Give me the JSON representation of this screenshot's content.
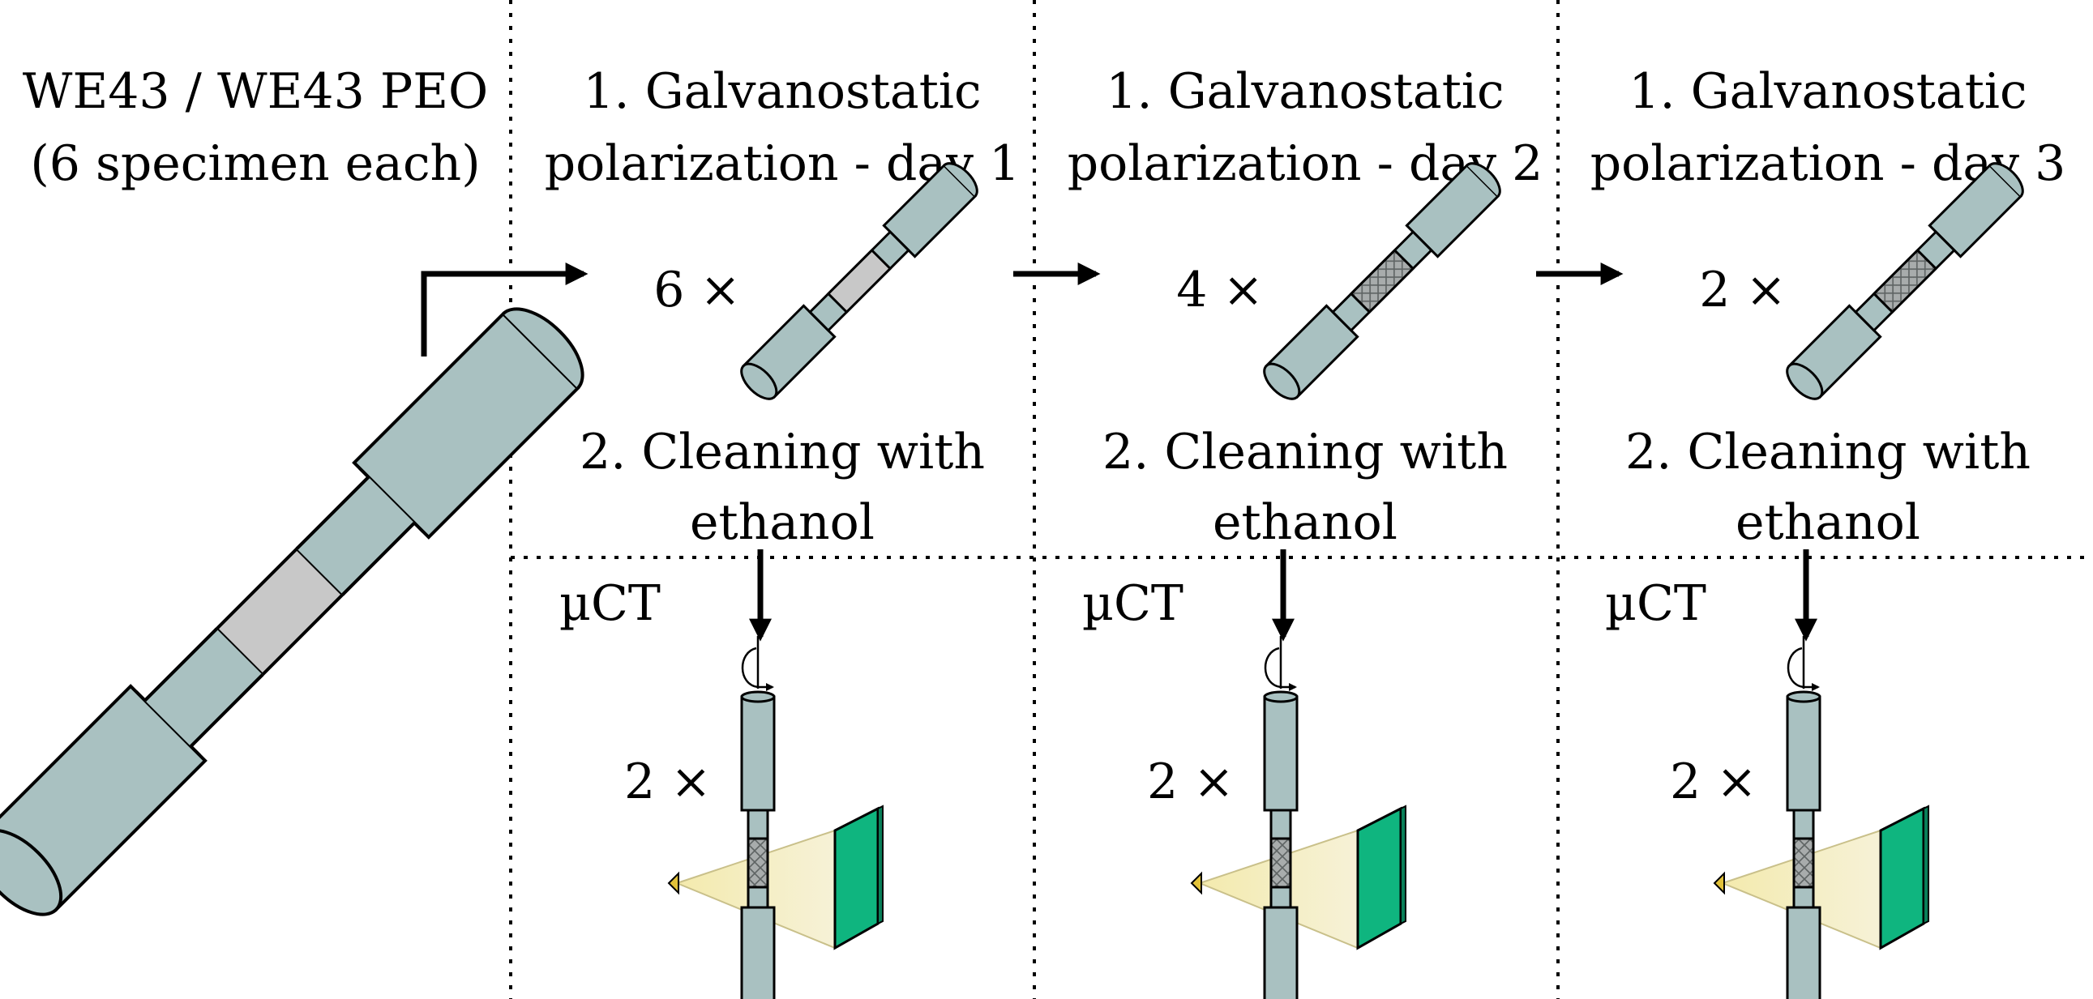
{
  "start": {
    "line1": "WE43 / WE43 PEO",
    "line2": "(6 specimen each)"
  },
  "columns": [
    {
      "step1_line1": "1. Galvanostatic",
      "step1_line2": "polarization - day 1",
      "count": "6 ×",
      "step2_line1": "2. Cleaning with",
      "step2_line2": "ethanol",
      "ct_label": "µCT",
      "ct_count": "2 ×"
    },
    {
      "step1_line1": "1. Galvanostatic",
      "step1_line2": "polarization - day 2",
      "count": "4 ×",
      "step2_line1": "2. Cleaning with",
      "step2_line2": "ethanol",
      "ct_label": "µCT",
      "ct_count": "2 ×"
    },
    {
      "step1_line1": "1. Galvanostatic",
      "step1_line2": "polarization - day 3",
      "count": "2 ×",
      "step2_line1": "2. Cleaning with",
      "step2_line2": "ethanol",
      "ct_label": "µCT",
      "ct_count": "2 ×"
    }
  ],
  "colors": {
    "specimen": "#a9c1c1",
    "gauge_clean": "#c8c8c8",
    "gauge_corroded": "#9aa0a0",
    "beam": "#efe6b0",
    "detector": "#0fb57f",
    "source": "#e2c23a",
    "line": "#000000"
  }
}
